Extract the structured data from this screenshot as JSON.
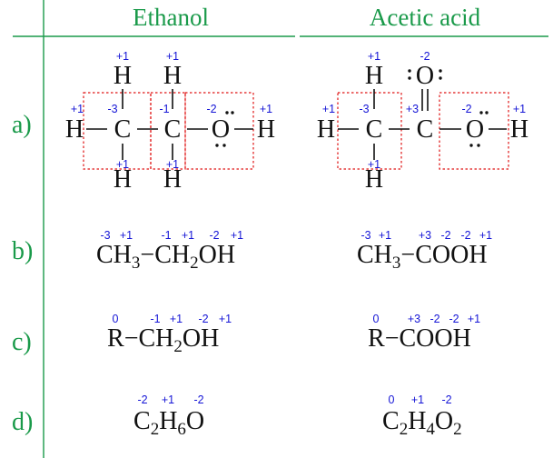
{
  "headers": {
    "left": "Ethanol",
    "right": "Acetic acid"
  },
  "rows": [
    "a)",
    "b)",
    "c)",
    "d)"
  ],
  "ethanol": {
    "a": {
      "atoms": {
        "h_top1": "H",
        "h_top2": "H",
        "h_left": "H",
        "c1": "C",
        "c2": "C",
        "o": "O",
        "h_right": "H",
        "h_bot1": "H",
        "h_bot2": "H"
      },
      "ox": {
        "h_top1": "+1",
        "h_top2": "+1",
        "h_left": "+1",
        "c1": "-3",
        "c2": "-1",
        "o": "-2",
        "h_right": "+1",
        "h_bot1": "+1",
        "h_bot2": "+1"
      }
    },
    "b": {
      "f1": "CH",
      "f1_sub": "3",
      "dash": "−",
      "f2": "CH",
      "f2_sub": "2",
      "f3": "OH",
      "ox": [
        "-3",
        "+1",
        "-1",
        "+1",
        "-2",
        "+1"
      ]
    },
    "c": {
      "f1": "R",
      "dash": "−",
      "f2": "CH",
      "f2_sub": "2",
      "f3": "OH",
      "ox": [
        "0",
        "-1",
        "+1",
        "-2",
        "+1"
      ]
    },
    "d": {
      "e1": "C",
      "s1": "2",
      "e2": "H",
      "s2": "6",
      "e3": "O",
      "ox": [
        "-2",
        "+1",
        "-2"
      ]
    }
  },
  "acetic": {
    "a": {
      "atoms": {
        "h_top": "H",
        "o_top": "O",
        "h_left": "H",
        "c1": "C",
        "c2": "C",
        "o": "O",
        "h_right": "H",
        "h_bot": "H"
      },
      "ox": {
        "h_top": "+1",
        "o_top": "-2",
        "h_left": "+1",
        "c1": "-3",
        "c2": "+3",
        "o": "-2",
        "h_right": "+1",
        "h_bot": "+1"
      }
    },
    "b": {
      "f1": "CH",
      "f1_sub": "3",
      "dash": "−",
      "f2": "COOH",
      "ox": [
        "-3",
        "+1",
        "+3",
        "-2",
        "-2",
        "+1"
      ]
    },
    "c": {
      "f1": "R",
      "dash": "−",
      "f2": "COOH",
      "ox": [
        "0",
        "+3",
        "-2",
        "-2",
        "+1"
      ]
    },
    "d": {
      "e1": "C",
      "s1": "2",
      "e2": "H",
      "s2": "4",
      "e3": "O",
      "s3": "2",
      "ox": [
        "0",
        "+1",
        "-2"
      ]
    }
  },
  "colors": {
    "header": "#1a9a4a",
    "ox_number": "#1515d6",
    "box": "#e01515",
    "text": "#111111"
  }
}
